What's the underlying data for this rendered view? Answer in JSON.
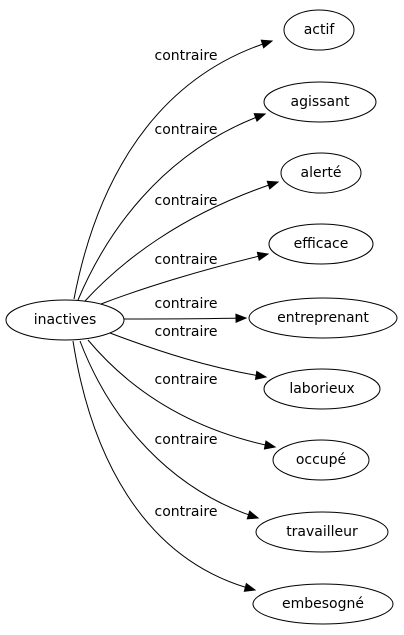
{
  "graph": {
    "source": {
      "id": "inactives",
      "label": "inactives"
    },
    "relation": "contraire",
    "targets": [
      {
        "id": "actif",
        "label": "actif"
      },
      {
        "id": "agissant",
        "label": "agissant"
      },
      {
        "id": "alerte",
        "label": "alerté"
      },
      {
        "id": "efficace",
        "label": "efficace"
      },
      {
        "id": "entreprenant",
        "label": "entreprenant"
      },
      {
        "id": "laborieux",
        "label": "laborieux"
      },
      {
        "id": "occupe",
        "label": "occupé"
      },
      {
        "id": "travailleur",
        "label": "travailleur"
      },
      {
        "id": "embesogne",
        "label": "embesogné"
      }
    ],
    "edges": [
      {
        "from": "inactives",
        "to": "actif",
        "label": "contraire"
      },
      {
        "from": "inactives",
        "to": "agissant",
        "label": "contraire"
      },
      {
        "from": "inactives",
        "to": "alerte",
        "label": "contraire"
      },
      {
        "from": "inactives",
        "to": "efficace",
        "label": "contraire"
      },
      {
        "from": "inactives",
        "to": "entreprenant",
        "label": "contraire"
      },
      {
        "from": "inactives",
        "to": "laborieux",
        "label": "contraire"
      },
      {
        "from": "inactives",
        "to": "occupe",
        "label": "contraire"
      },
      {
        "from": "inactives",
        "to": "travailleur",
        "label": "contraire"
      },
      {
        "from": "inactives",
        "to": "embesogne",
        "label": "contraire"
      }
    ]
  }
}
